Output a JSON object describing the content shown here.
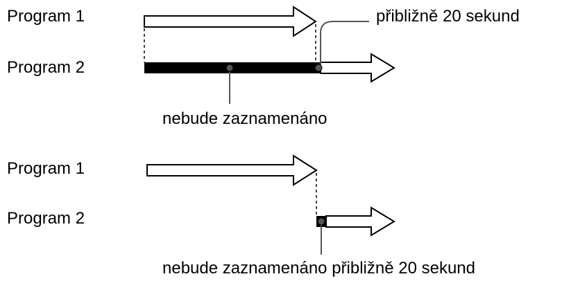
{
  "top": {
    "program1_label": "Program 1",
    "program2_label": "Program 2",
    "approx_label": "přibližně 20 sekund",
    "not_recorded_label": "nebude zaznamenáno"
  },
  "bottom": {
    "program1_label": "Program 1",
    "program2_label": "Program 2",
    "caption": "nebude zaznamenáno přibližně 20 sekund"
  },
  "colors": {
    "stroke": "#000000",
    "fill_blank": "#ffffff",
    "fill_blocked": "#000000",
    "marker": "#555555"
  }
}
